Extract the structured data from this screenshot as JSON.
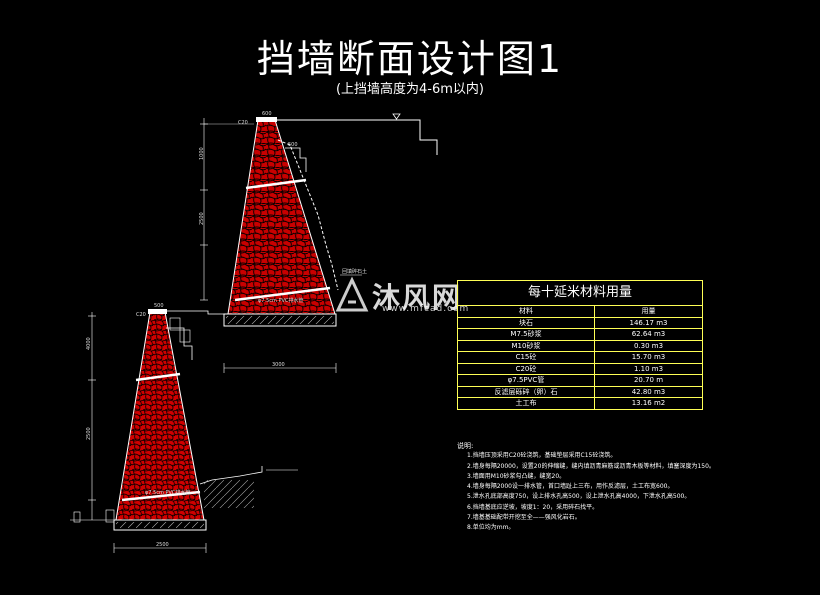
{
  "drawing": {
    "title": "挡墙断面设计图1",
    "subtitle": "(上挡墙高度为4-6m以内)"
  },
  "watermark": {
    "text": "沐风网",
    "url": "www.mfcad.com"
  },
  "labels": {
    "upper_top_width": "600",
    "upper_mid_width": "500",
    "upper_c20": "C20",
    "upper_base_width": "3000",
    "lower_top_width": "500",
    "lower_c20": "C20",
    "lower_base_width": "2500",
    "pvc_upper": "φ7.5cm PVC排水管",
    "pvc_lower": "φ7.5cm PVC排水管",
    "fill_note": "回填碎石土",
    "dim_upper_1": "1000",
    "dim_upper_2": "2500",
    "dim_lower_1": "4000",
    "dim_lower_2": "2500"
  },
  "table": {
    "title": "每十延米材料用量",
    "col_headers": [
      "材料",
      "用量"
    ],
    "rows": [
      [
        "块石",
        "146.17 m3"
      ],
      [
        "M7.5砂浆",
        "62.64 m3"
      ],
      [
        "M10砂浆",
        "0.30 m3"
      ],
      [
        "C15砼",
        "15.70 m3"
      ],
      [
        "C20砼",
        "1.10 m3"
      ],
      [
        "φ7.5PVC管",
        "20.70 m"
      ],
      [
        "反滤层砾碎（卵）石",
        "42.80 m3"
      ],
      [
        "土工布",
        "13.16 m2"
      ]
    ]
  },
  "notes": {
    "heading": "说明:",
    "lines": [
      "1.挡墙压顶采用C20砼浇筑，基础垫层采用C15砼浇筑。",
      "2.墙身每隔20000，设置20的伸缩缝，缝内填沥青麻筋或沥青木板等材料，填塞深度为150。",
      "3.墙面用M10砂浆勾凸缝，缝宽20。",
      "4.墙身每隔2000设一排水管，首口墙趾上三布，用作反滤层，土工布宽600。",
      "5.泄水孔底部高度750，设上排水孔高500，设上泄水孔高4000，下泄水孔高500。",
      "6.挡墙基底应逆坡，坡度1：20，采用碎石找平。",
      "7.墙基基础配带开挖至全——强风化岩石。",
      "8.单位均为mm。"
    ]
  },
  "colors": {
    "background": "#000000",
    "wall_fill": "#d40000",
    "stone_outline": "#000000",
    "table_border": "#ffff55"
  }
}
